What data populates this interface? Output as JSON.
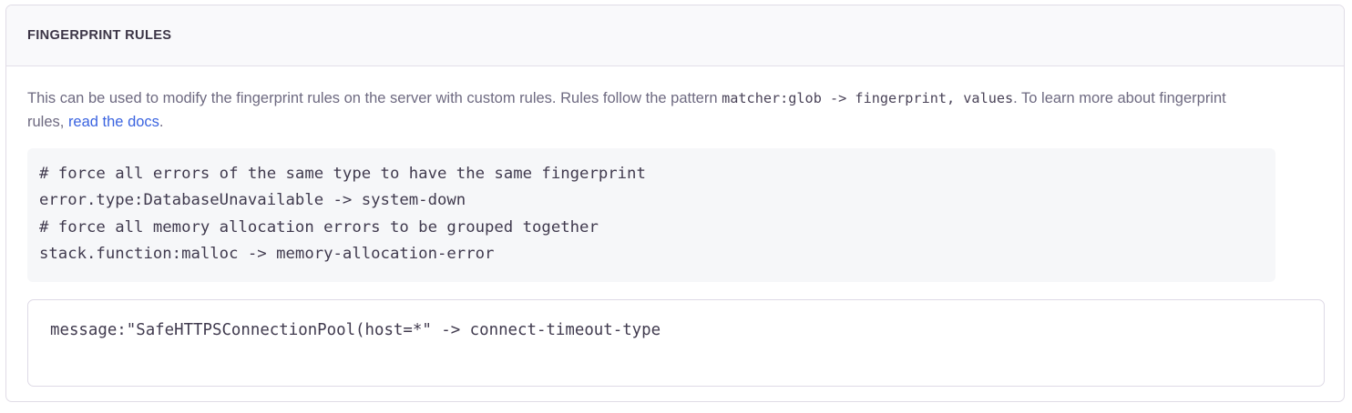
{
  "panel": {
    "title": "FINGERPRINT RULES",
    "border_color": "#e0dce6",
    "header_bg": "#f9f9fb"
  },
  "description": {
    "part1": "This can be used to modify the fingerprint rules on the server with custom rules. Rules follow the pattern ",
    "inline_code": "matcher:glob -> fingerprint, values",
    "part2": ". To learn more about fingerprint rules, ",
    "link_label": "read the docs",
    "part3": ".",
    "text_color": "#6e6a81",
    "link_color": "#3b64e0"
  },
  "example_code": {
    "lines": [
      "# force all errors of the same type to have the same fingerprint",
      "error.type:DatabaseUnavailable -> system-down",
      "# force all memory allocation errors to be grouped together",
      "stack.function:malloc -> memory-allocation-error"
    ],
    "content": "# force all errors of the same type to have the same fingerprint\nerror.type:DatabaseUnavailable -> system-down\n# force all memory allocation errors to be grouped together\nstack.function:malloc -> memory-allocation-error",
    "bg": "#f6f7f9",
    "text_color": "#403a4e"
  },
  "rules_input": {
    "value": "message:\"SafeHTTPSConnectionPool(host=*\" -> connect-timeout-type",
    "placeholder": "",
    "border_color": "#dedae6"
  }
}
